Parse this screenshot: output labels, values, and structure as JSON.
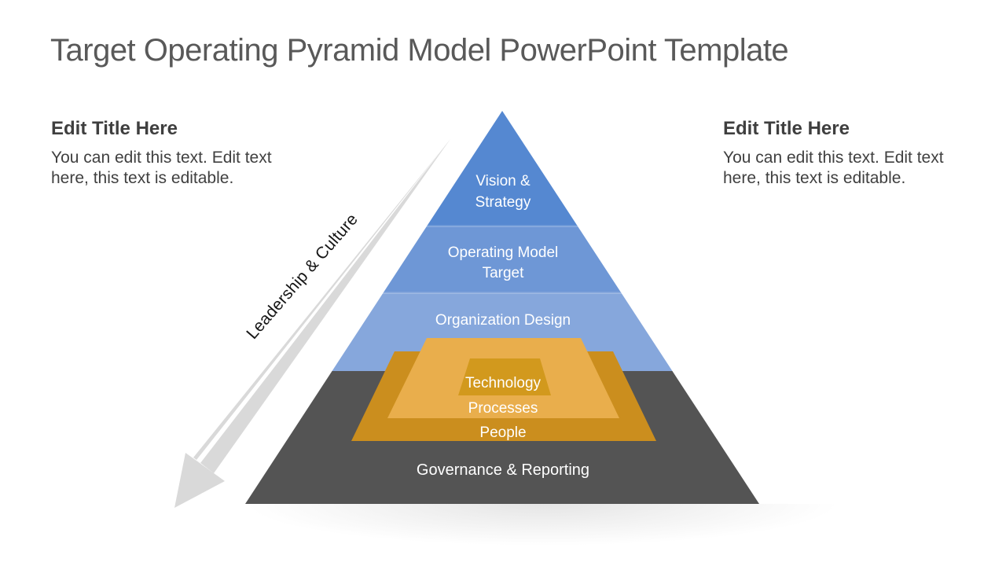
{
  "title": "Target Operating Pyramid Model PowerPoint Template",
  "colors": {
    "title_text": "#595959",
    "body_text": "#404040",
    "label_text": "#ffffff",
    "arrow": "#d9d9d9",
    "arrow_label_text": "#161616"
  },
  "left_panel": {
    "heading": "Edit Title Here",
    "body": "You can edit this text. Edit text here, this text is editable."
  },
  "right_panel": {
    "heading": "Edit Title Here",
    "body": "You can edit this text. Edit text here, this text is editable."
  },
  "arrow": {
    "label": "Leadership & Culture"
  },
  "pyramid": {
    "outer_levels": [
      {
        "label": "Vision & Strategy",
        "color": "#5588d1"
      },
      {
        "label": "Operating Model Target",
        "color": "#6e97d6"
      },
      {
        "label": "Organization Design",
        "color": "#86a7dc"
      },
      {
        "label": "Governance & Reporting",
        "color": "#545454"
      }
    ],
    "inner_levels": [
      {
        "label": "Technology",
        "color": "#d2991d"
      },
      {
        "label": "Processes",
        "color": "#e9ae4c"
      },
      {
        "label": "People",
        "color": "#cb8e1e"
      }
    ]
  }
}
